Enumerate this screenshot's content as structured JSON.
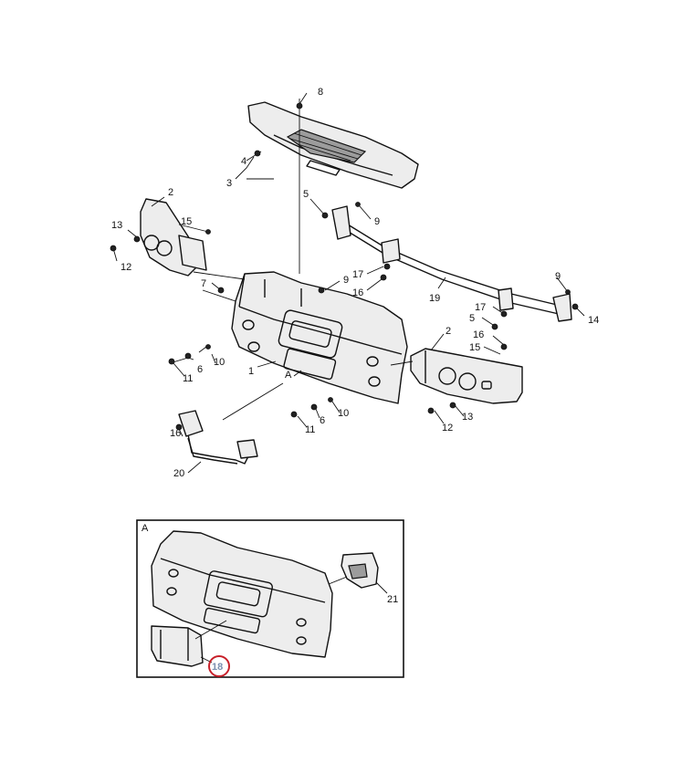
{
  "callouts": {
    "c8": "8",
    "c4": "4",
    "c3": "3",
    "c2_left": "2",
    "c15_left": "15",
    "c13_left": "13",
    "c12_left": "12",
    "c5_top": "5",
    "c9_top": "9",
    "c7": "7",
    "c9_mid": "9",
    "c17_top": "17",
    "c16_top": "16",
    "c19": "19",
    "c9_right": "9",
    "c17_right": "17",
    "c5_right": "5",
    "c14": "14",
    "c16_right": "16",
    "c15_right": "15",
    "c2_right": "2",
    "c6_left": "6",
    "c10_left": "10",
    "c11_left": "11",
    "c1": "1",
    "cA": "A",
    "c6_mid": "6",
    "c10_mid": "10",
    "c11_mid": "11",
    "c12_right": "12",
    "c13_right": "13",
    "c16_harness": "16",
    "c20": "20"
  },
  "detail": {
    "label": "A",
    "c21": "21",
    "c18": "18"
  },
  "colors": {
    "highlight_ring": "#c8202a",
    "highlight_text": "#7a8fb0"
  }
}
